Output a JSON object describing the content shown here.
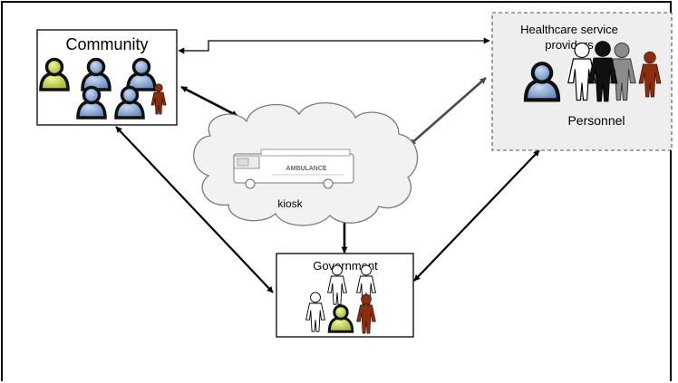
{
  "nodes": {
    "community": {
      "label": "Community"
    },
    "healthcare": {
      "label_line1": "Healthcare service",
      "label_line2": "providers",
      "sublabel": "Personnel"
    },
    "kiosk": {
      "label": "kiosk",
      "vehicle_text": "AMBULANCE"
    },
    "government": {
      "label": "Government"
    }
  },
  "colors": {
    "person_blue": "#6f95c8",
    "person_green": "#c8d64a",
    "person_brown": "#8a2e0f",
    "person_black": "#111111",
    "person_gray": "#8c8c8c",
    "provider_box_bg": "#eeeeee",
    "cloud_fill": "#f2f2f2",
    "arrow_dark": "#000000",
    "arrow_gray": "#4a4a4a"
  },
  "icons": [
    "user-icon",
    "person-outline-icon",
    "person-icon",
    "ambulance-icon",
    "cloud-shape"
  ]
}
